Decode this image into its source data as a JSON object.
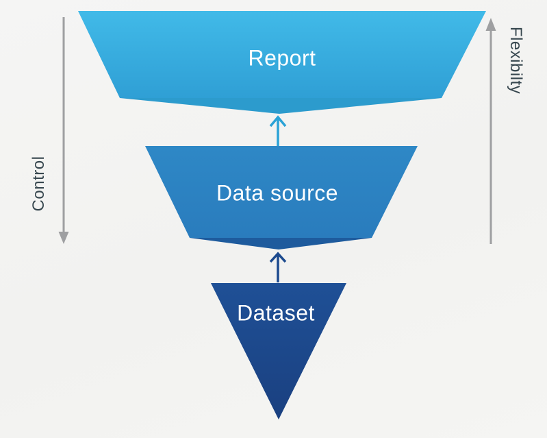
{
  "diagram": {
    "levels": [
      {
        "id": "report",
        "label": "Report"
      },
      {
        "id": "data-source",
        "label": "Data source"
      },
      {
        "id": "dataset",
        "label": "Dataset"
      }
    ],
    "side_labels": {
      "left": "Control",
      "right": "Flexibilty"
    }
  },
  "colors": {
    "background": "#f4f4f2",
    "report_top": "#41bae8",
    "report_bottom": "#2f9fd5",
    "report_wedge": "#2c9bcd",
    "datasource_top": "#2e88c6",
    "datasource_bottom": "#2a7cbd",
    "datasource_wedge": "#1e5b9d",
    "dataset_top": "#1f5096",
    "dataset_bottom": "#1a4080",
    "arrow_to_report": "#2aa2d6",
    "arrow_to_datasource": "#1c4a8e",
    "side_arrow": "#9e9fa1",
    "side_label_text": "#37474f",
    "shape_label_text": "#ffffff"
  }
}
